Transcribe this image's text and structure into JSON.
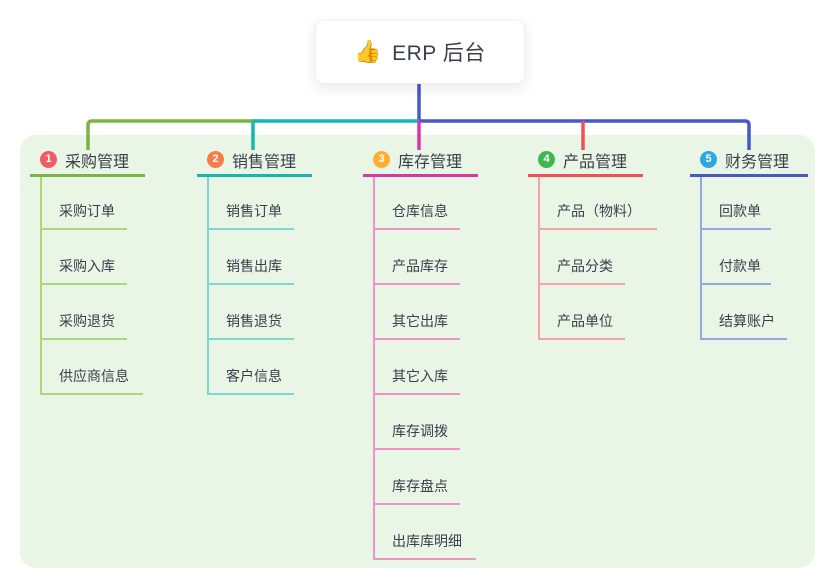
{
  "root": {
    "icon": "👍",
    "label": "ERP 后台"
  },
  "colors": {
    "page_bg": "#ffffff",
    "panel_bg": "#e9f5e5",
    "trunk_line": "#4858c8",
    "text": "#3a3f4b"
  },
  "branches": [
    {
      "num": "1",
      "title": "采购管理",
      "badge_color": "#f25b66",
      "line_color": "#7cb342",
      "sub_line_color": "#aed581",
      "items": [
        "采购订单",
        "采购入库",
        "采购退货",
        "供应商信息"
      ]
    },
    {
      "num": "2",
      "title": "销售管理",
      "badge_color": "#fa7d47",
      "line_color": "#14b8b0",
      "sub_line_color": "#7adad2",
      "items": [
        "销售订单",
        "销售出库",
        "销售退货",
        "客户信息"
      ]
    },
    {
      "num": "3",
      "title": "库存管理",
      "badge_color": "#ffad33",
      "line_color": "#db36a4",
      "sub_line_color": "#f293c7",
      "items": [
        "仓库信息",
        "产品库存",
        "其它出库",
        "其它入库",
        "库存调拨",
        "库存盘点",
        "出库库明细"
      ]
    },
    {
      "num": "4",
      "title": "产品管理",
      "badge_color": "#43b654",
      "line_color": "#f25056",
      "sub_line_color": "#f7a3a6",
      "items": [
        "产品（物料）",
        "产品分类",
        "产品单位"
      ]
    },
    {
      "num": "5",
      "title": "财务管理",
      "badge_color": "#2ea8de",
      "line_color": "#4858c8",
      "sub_line_color": "#97a6df",
      "items": [
        "回款单",
        "付款单",
        "结算账户"
      ]
    }
  ]
}
